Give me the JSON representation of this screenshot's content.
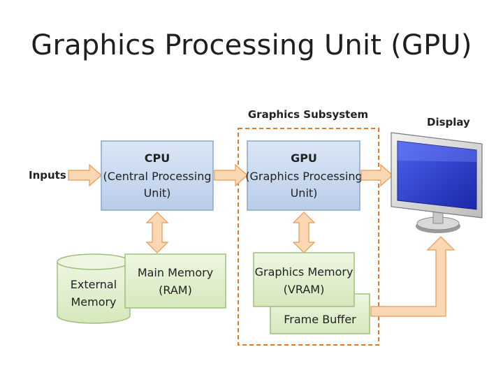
{
  "title": "Graphics Processing Unit (GPU)",
  "diagram": {
    "subsystem_label": "Graphics Subsystem",
    "display_label": "Display",
    "inputs_label": "Inputs",
    "cpu": {
      "line1": "CPU",
      "line2": "(Central Processing",
      "line3": "Unit)"
    },
    "gpu": {
      "line1": "GPU",
      "line2": "(Graphics Processing",
      "line3": "Unit)"
    },
    "main_memory": {
      "line1": "Main Memory",
      "line2": "(RAM)"
    },
    "external_memory": {
      "line1": "External",
      "line2": "Memory"
    },
    "graphics_memory": {
      "line1": "Graphics Memory",
      "line2": "(VRAM)"
    },
    "frame_buffer": "Frame Buffer",
    "colors": {
      "processor_fill": "#c9daf0",
      "processor_stroke": "#8aa6cc",
      "memory_fill": "#e3efcf",
      "memory_stroke": "#9fbf7a",
      "arrow_fill": "#fbd7b4",
      "arrow_stroke": "#e79a55",
      "subsystem_border": "#e07b2a",
      "screen": "#2b3fd6"
    }
  }
}
